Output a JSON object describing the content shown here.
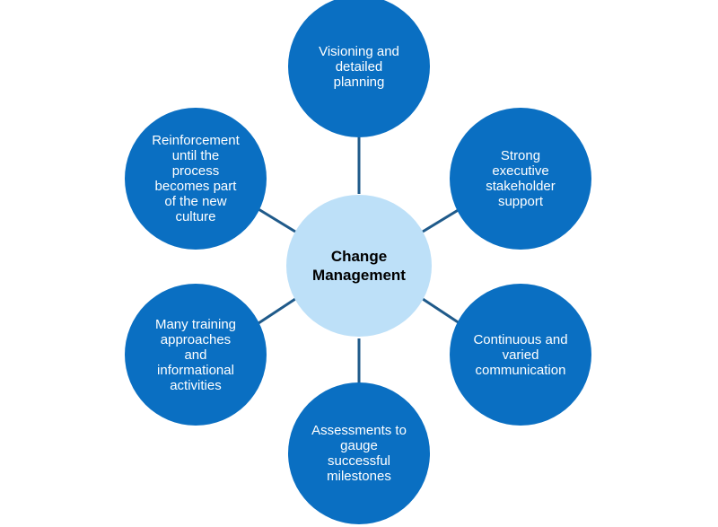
{
  "diagram": {
    "type": "hub-and-spoke",
    "colors": {
      "outer_fill": "#0A6FC2",
      "center_fill": "#BDE0F8",
      "connector": "#1F5A8A",
      "outer_text": "#FFFFFF",
      "center_text": "#000000"
    },
    "center": {
      "label": "Change\nManagement"
    },
    "nodes": [
      {
        "position": "top",
        "label": "Visioning and\ndetailed\nplanning"
      },
      {
        "position": "upper-right",
        "label": "Strong\nexecutive\nstakeholder\nsupport"
      },
      {
        "position": "lower-right",
        "label": "Continuous and\nvaried\ncommunication"
      },
      {
        "position": "bottom",
        "label": "Assessments to\ngauge\nsuccessful\nmilestones"
      },
      {
        "position": "lower-left",
        "label": "Many training\napproaches\nand\ninformational\nactivities"
      },
      {
        "position": "upper-left",
        "label": "Reinforcement\nuntil the\nprocess\nbecomes part\nof the new\nculture"
      }
    ]
  }
}
